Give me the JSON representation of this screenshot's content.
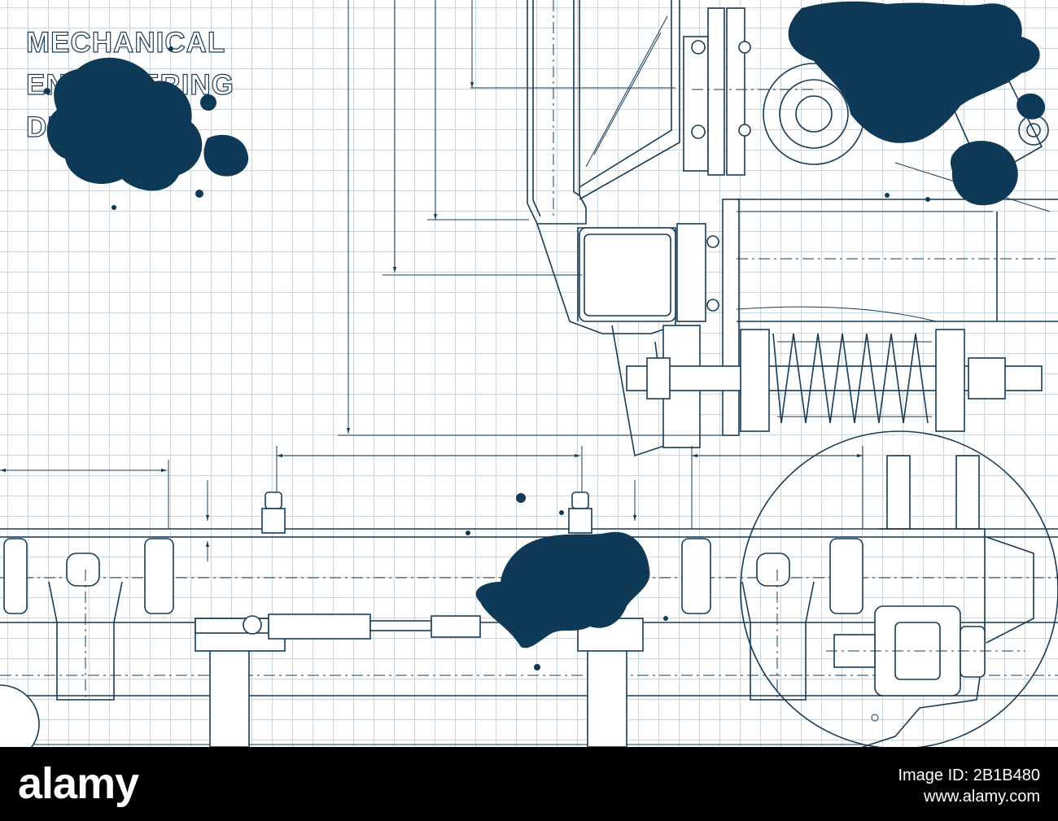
{
  "title_lines": [
    "MECHANICAL",
    "ENGINEERING",
    "DRAWINGS"
  ],
  "colors": {
    "ink": "#173b57",
    "blot": "#0e3a57",
    "grid": "#c9d6de",
    "paper": "#ffffff",
    "footer": "#000000"
  },
  "watermark": {
    "logo": "alamy",
    "image_id": "Image ID: 2B1B480",
    "url": "www.alamy.com"
  }
}
